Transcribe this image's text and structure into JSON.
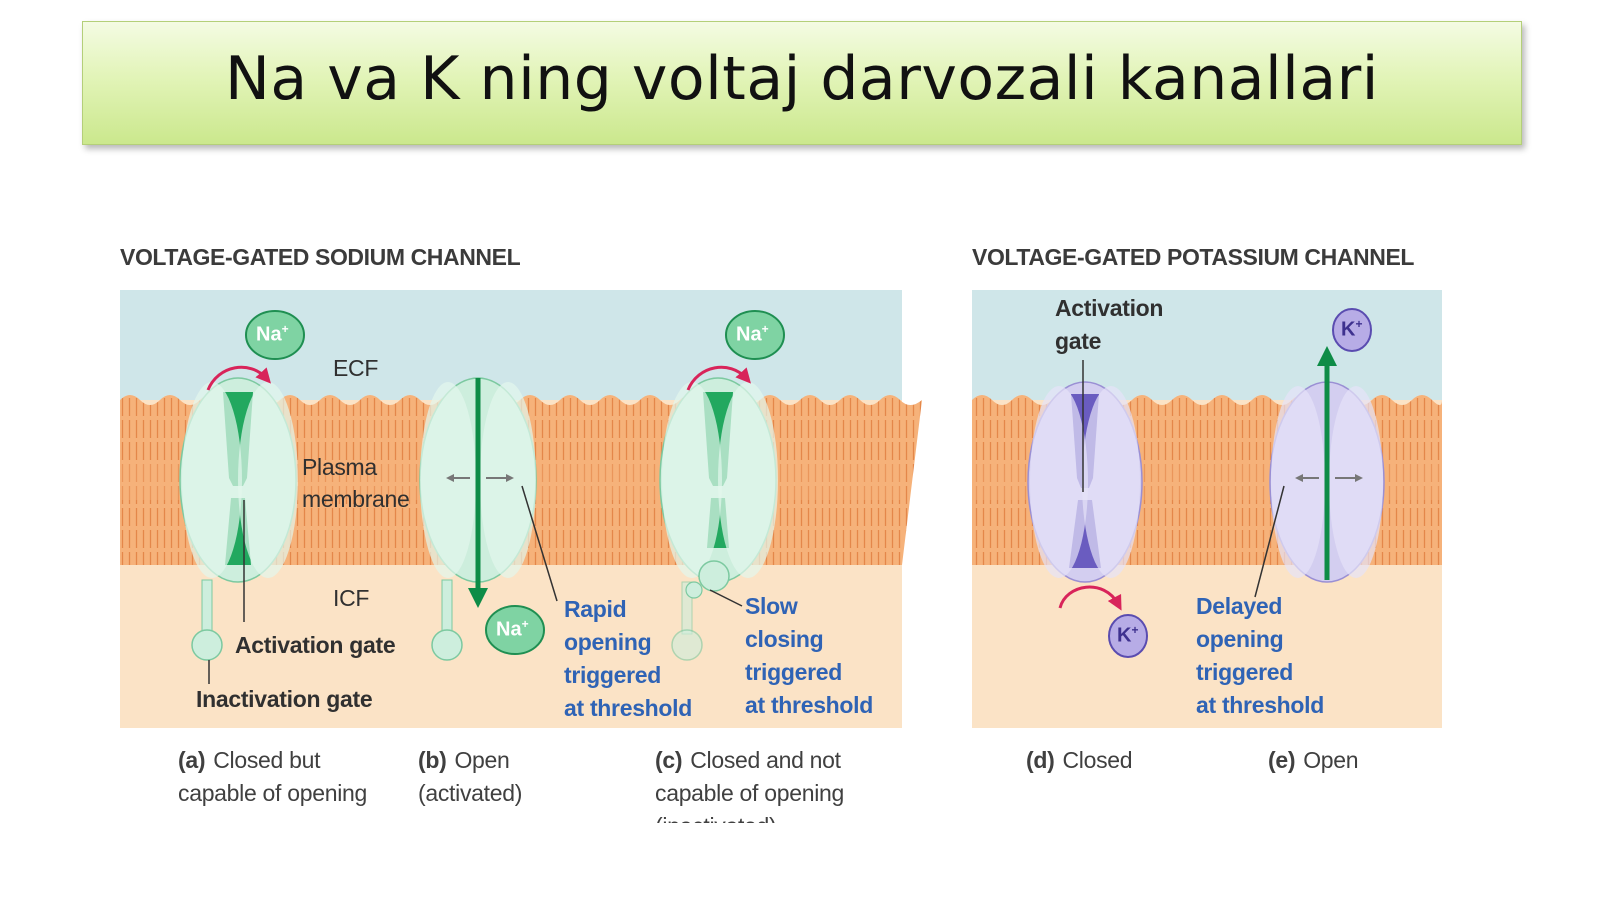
{
  "slide": {
    "title": "Na va K ning voltaj darvozali kanallari"
  },
  "sodium": {
    "section_title": "VOLTAGE-GATED SODIUM CHANNEL",
    "ecf": "ECF",
    "icf": "ICF",
    "plasma_line1": "Plasma",
    "plasma_line2": "membrane",
    "activation_gate": "Activation gate",
    "inactivation_gate": "Inactivation gate",
    "ion_na": "Na",
    "ion_charge": "+",
    "rapid": [
      "Rapid",
      "opening",
      "triggered",
      "at threshold"
    ],
    "slow": [
      "Slow",
      "closing",
      "triggered",
      "at threshold"
    ],
    "captions": {
      "a": {
        "letter": "(a)",
        "line1": "Closed but",
        "line2": "capable of opening"
      },
      "b": {
        "letter": "(b)",
        "line1": "Open",
        "line2": "(activated)"
      },
      "c": {
        "letter": "(c)",
        "line1": "Closed and not",
        "line2": "capable of opening",
        "line3": "(inactivated)"
      }
    }
  },
  "potassium": {
    "section_title": "VOLTAGE-GATED POTASSIUM CHANNEL",
    "activation_line1": "Activation",
    "activation_line2": "gate",
    "ion_k": "K",
    "ion_charge": "+",
    "delayed": [
      "Delayed",
      "opening",
      "triggered",
      "at threshold"
    ],
    "captions": {
      "d": {
        "letter": "(d)",
        "line1": "Closed"
      },
      "e": {
        "letter": "(e)",
        "line1": "Open"
      }
    }
  },
  "colors": {
    "ecf": "#cfe6e9",
    "membrane": "#f6b27a",
    "icf": "#fbe3c6",
    "na_channel": "#cdeedd",
    "na_pore": "#22a85f",
    "k_channel": "#d3cef0",
    "k_pore": "#6a5cc0",
    "arrow_green": "#0e8c47",
    "arrow_pink": "#d8245a",
    "text_blue": "#2f63b5"
  }
}
